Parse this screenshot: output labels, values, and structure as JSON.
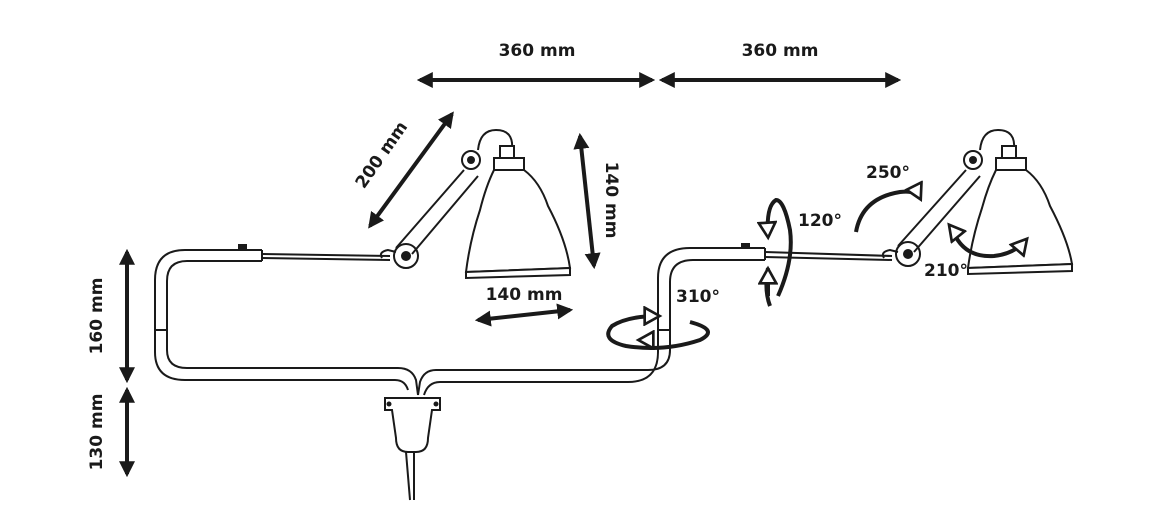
{
  "colors": {
    "ink": "#1a1a1a",
    "background": "#ffffff"
  },
  "dimensions": {
    "arm_left": "360 mm",
    "arm_right": "360 mm",
    "upper_arm": "200 mm",
    "shade_height": "140 mm",
    "shade_width": "140 mm",
    "vertical_upper": "160 mm",
    "vertical_lower": "130 mm"
  },
  "angles": {
    "base_swivel": "310°",
    "arm_rotation": "120°",
    "head_tilt": "250°",
    "shade_rotation": "210°"
  }
}
